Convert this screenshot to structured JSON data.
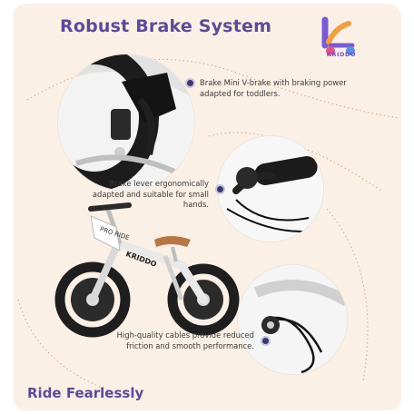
{
  "header": {
    "title": "Robust Brake System",
    "brand": "KRIDDO"
  },
  "callouts": [
    {
      "text": "Brake Mini V-brake with braking power adapted for toddlers."
    },
    {
      "text": "Brake lever ergonomically adapted and suitable for small hands."
    },
    {
      "text": "High-quality cables provide reduced friction and smooth performance."
    }
  ],
  "bike": {
    "frame_label": "PRO RIDE",
    "down_tube_label": "KRIDDO"
  },
  "footer": {
    "tagline": "Ride Fearlessly"
  },
  "colors": {
    "accent": "#5b4a9a",
    "panel": "#fbf0e6",
    "seat": "#b67744",
    "tire": "#1e1e1e"
  }
}
